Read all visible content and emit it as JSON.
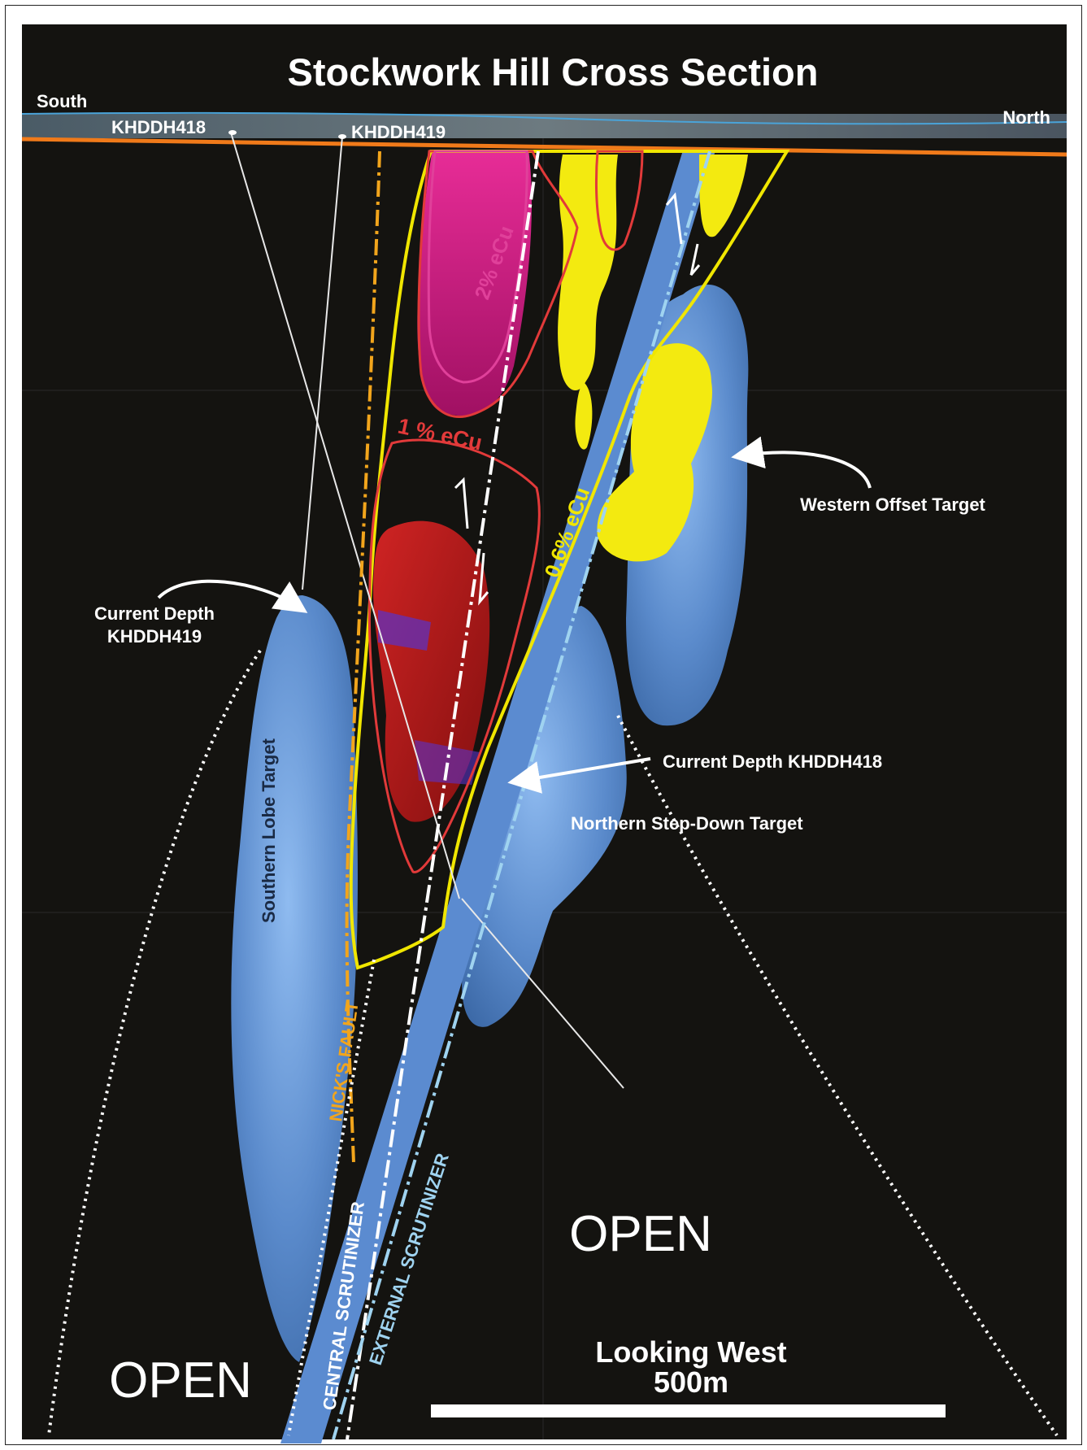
{
  "title": "Stockwork Hill  Cross Section",
  "orientation": {
    "left": "South",
    "right": "North"
  },
  "drillholes": [
    "KHDDH418",
    "KHDDH419"
  ],
  "grade_shells": [
    "2% eCu",
    "1 % eCu",
    "0.6% eCu"
  ],
  "faults": [
    "NICK'S FAULT",
    "CENTRAL SCRUTINIZER",
    "EXTERNAL SCRUTINIZER"
  ],
  "targets": {
    "western_offset": "Western Offset Target",
    "southern_lobe": "Southern Lobe Target",
    "northern_step_down": "Northern Step-Down Target"
  },
  "current_depth_419": [
    "Current Depth",
    "KHDDH419"
  ],
  "current_depth_418": "Current Depth KHDDH418",
  "open_labels": [
    "OPEN",
    "OPEN"
  ],
  "view": "Looking West",
  "scale": "500m",
  "colors": {
    "background": "#141310",
    "target_blue": "#5f8fd0",
    "shell_yellow": "#f0e600",
    "shell_red": "#e23a3a",
    "shell_magenta": "#e0409a",
    "fault_orange": "#f2a51c",
    "scrutinizer_light_blue": "#9fd3f0",
    "surface_orange": "#f07a1a"
  }
}
